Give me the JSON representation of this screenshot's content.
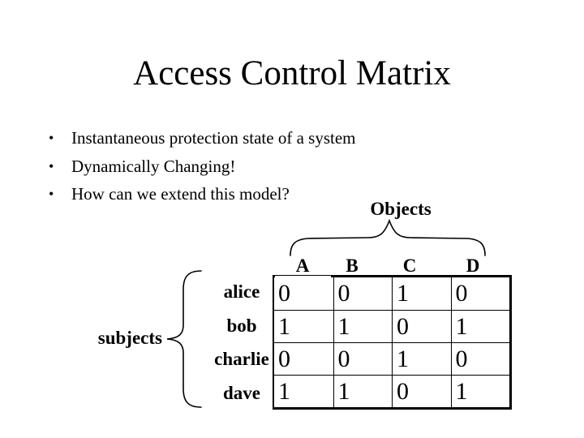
{
  "slide": {
    "title": "Access Control Matrix",
    "bullet_glyph": "•",
    "bullets": [
      "Instantaneous protection state of a system",
      "Dynamically Changing!",
      "How can we extend this model?"
    ],
    "objects_label": "Objects",
    "subjects_label": "subjects",
    "matrix": {
      "columns": [
        "A",
        "B",
        "C",
        "D"
      ],
      "rows": [
        {
          "subject": "alice",
          "values": [
            "0",
            "0",
            "1",
            "0"
          ]
        },
        {
          "subject": "bob",
          "values": [
            "1",
            "1",
            "0",
            "1"
          ]
        },
        {
          "subject": "charlie",
          "values": [
            "0",
            "0",
            "1",
            "0"
          ]
        },
        {
          "subject": "dave",
          "values": [
            "1",
            "1",
            "0",
            "1"
          ]
        }
      ]
    },
    "colors": {
      "background": "#ffffff",
      "text": "#000000"
    }
  }
}
